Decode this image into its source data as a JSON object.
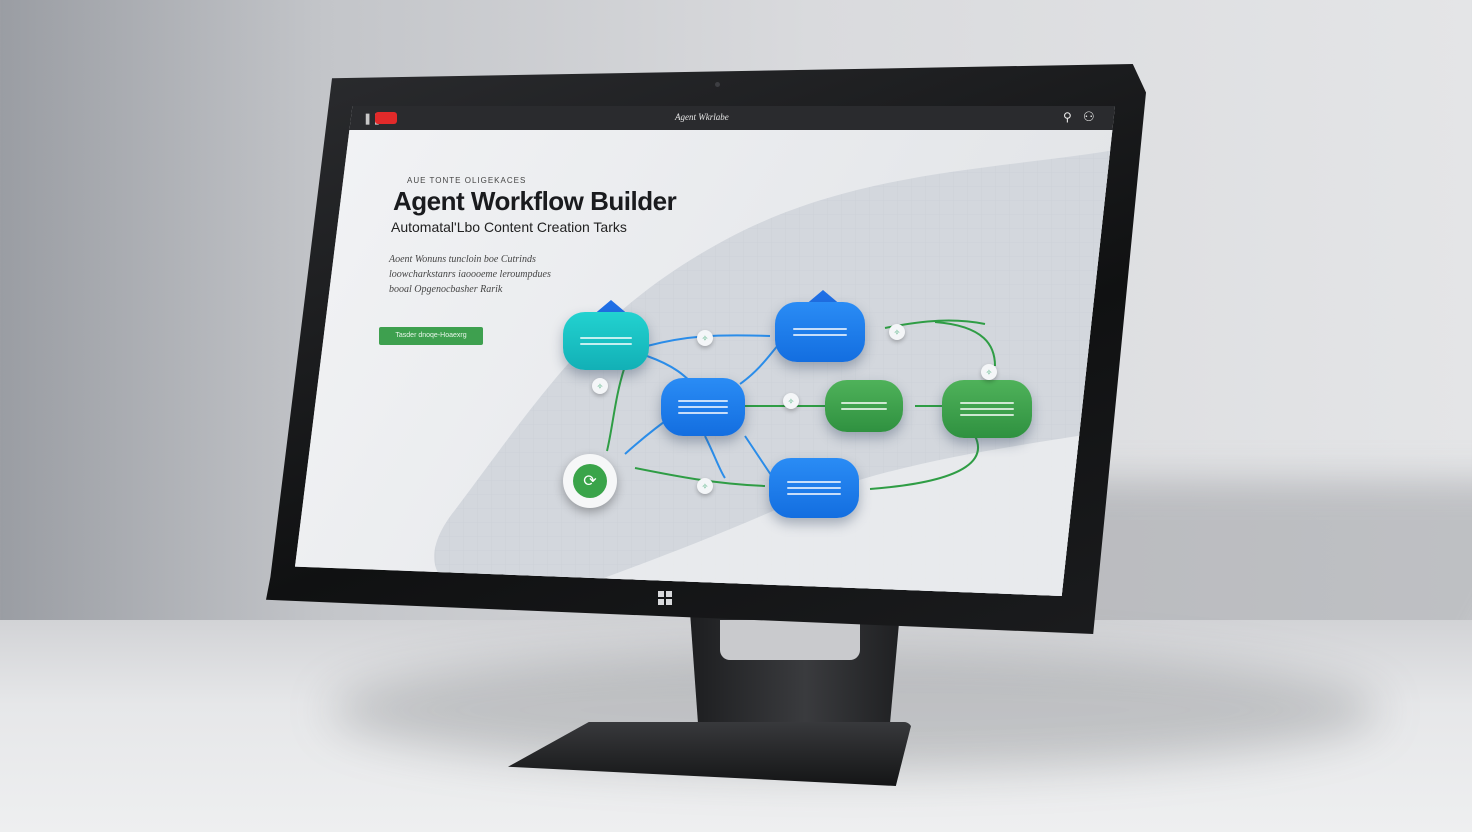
{
  "window": {
    "title": "Agent Wkrlabe",
    "pause_icon": "pause-icon",
    "record_icon": "record-icon",
    "right_icons": [
      "network-icon",
      "user-icon"
    ]
  },
  "hero": {
    "eyebrow": "Aue tonte oligekaces",
    "title": "Agent Workflow Builder",
    "subtitle": "Automatal'Lbo Content Creation Tarks",
    "description": [
      "Aoent Wonuns tuncloin boe Cutrinds",
      "loowcharkstanrs iaoooeme leroumpdues",
      "booal Opgenocbasher Rarik"
    ],
    "cta_label": "Tasder dnoqe-Hoaexrg"
  },
  "colors": {
    "teal": "#1ec4c6",
    "blue": "#1f7ff0",
    "green": "#3ea04f",
    "record": "#e22a2a"
  }
}
